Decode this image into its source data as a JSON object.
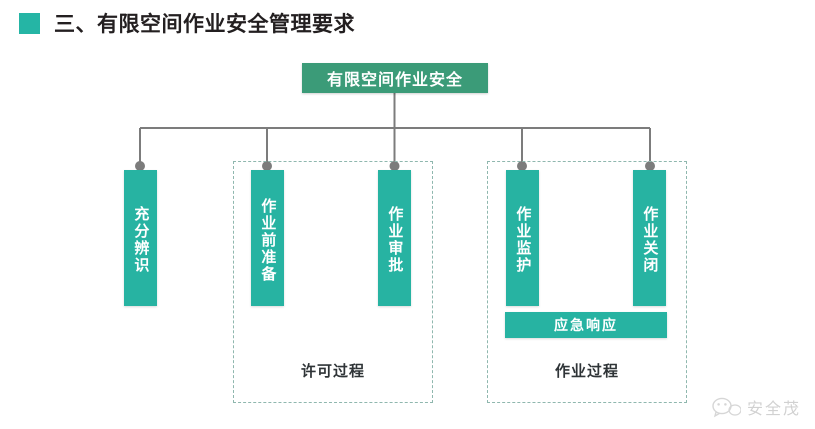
{
  "header": {
    "marker_color": "#25b5a5",
    "title": "三、有限空间作业安全管理要求"
  },
  "diagram": {
    "root": {
      "label": "有限空间作业安全",
      "color": "#3b9b78"
    },
    "accent_color": "#27b3a2",
    "connector_color": "#7c7c7c",
    "dash_color": "#8fb7ae",
    "standalone_nodes": [
      {
        "label": "充分辨识"
      }
    ],
    "groups": [
      {
        "name": "permit-process",
        "label": "许可过程",
        "nodes": [
          {
            "label": "作业前准备"
          },
          {
            "label": "作业审批"
          }
        ],
        "bars": []
      },
      {
        "name": "work-process",
        "label": "作业过程",
        "nodes": [
          {
            "label": "作业监护"
          },
          {
            "label": "作业关闭"
          }
        ],
        "bars": [
          {
            "label": "应急响应"
          }
        ]
      }
    ]
  },
  "watermark": {
    "text": "安全茂",
    "icon": "wechat-ghost-icon"
  }
}
